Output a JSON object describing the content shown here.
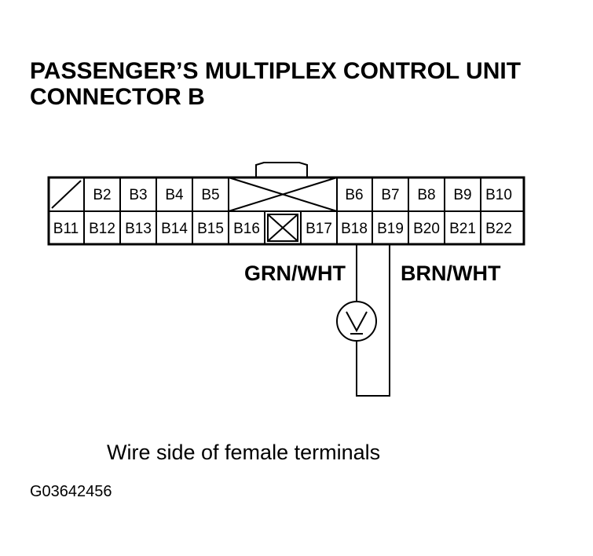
{
  "title": {
    "line1": "PASSENGER’S MULTIPLEX CONTROL UNIT",
    "line2": "CONNECTOR B"
  },
  "connector": {
    "top_row": [
      "",
      "B2",
      "B3",
      "B4",
      "B5",
      "",
      "",
      "B6",
      "B7",
      "B8",
      "B9",
      "B10"
    ],
    "bottom_row": [
      "B11",
      "B12",
      "B13",
      "B14",
      "B15",
      "B16",
      "",
      "B17",
      "B18",
      "B19",
      "B20",
      "B21",
      "B22"
    ]
  },
  "wires": {
    "left_label": "GRN/WHT",
    "right_label": "BRN/WHT"
  },
  "meter": {
    "icon": "voltmeter-icon"
  },
  "caption": "Wire side of female terminals",
  "figure_id": "G03642456"
}
